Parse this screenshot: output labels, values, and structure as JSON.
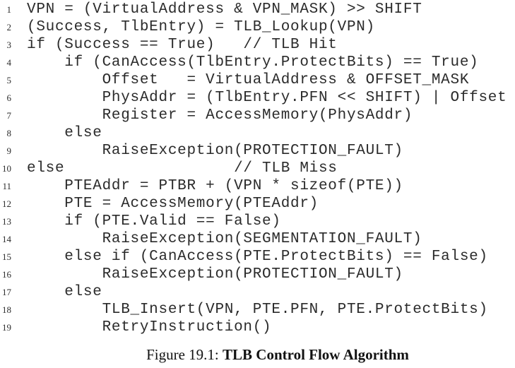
{
  "page": {
    "background": "#ffffff",
    "code_text_color": "#2b2b2b"
  },
  "figure": {
    "caption": {
      "prefix": "Figure 19.1: ",
      "title": "TLB Control Flow Algorithm"
    },
    "code_lines": [
      {
        "num": "1",
        "text": "VPN = (VirtualAddress & VPN_MASK) >> SHIFT"
      },
      {
        "num": "2",
        "text": "(Success, TlbEntry) = TLB_Lookup(VPN)"
      },
      {
        "num": "3",
        "text": "if (Success == True)   // TLB Hit"
      },
      {
        "num": "4",
        "text": "    if (CanAccess(TlbEntry.ProtectBits) == True)"
      },
      {
        "num": "5",
        "text": "        Offset   = VirtualAddress & OFFSET_MASK"
      },
      {
        "num": "6",
        "text": "        PhysAddr = (TlbEntry.PFN << SHIFT) | Offset"
      },
      {
        "num": "7",
        "text": "        Register = AccessMemory(PhysAddr)"
      },
      {
        "num": "8",
        "text": "    else"
      },
      {
        "num": "9",
        "text": "        RaiseException(PROTECTION_FAULT)"
      },
      {
        "num": "10",
        "text": "else                  // TLB Miss"
      },
      {
        "num": "11",
        "text": "    PTEAddr = PTBR + (VPN * sizeof(PTE))"
      },
      {
        "num": "12",
        "text": "    PTE = AccessMemory(PTEAddr)"
      },
      {
        "num": "13",
        "text": "    if (PTE.Valid == False)"
      },
      {
        "num": "14",
        "text": "        RaiseException(SEGMENTATION_FAULT)"
      },
      {
        "num": "15",
        "text": "    else if (CanAccess(PTE.ProtectBits) == False)"
      },
      {
        "num": "16",
        "text": "        RaiseException(PROTECTION_FAULT)"
      },
      {
        "num": "17",
        "text": "    else"
      },
      {
        "num": "18",
        "text": "        TLB_Insert(VPN, PTE.PFN, PTE.ProtectBits)"
      },
      {
        "num": "19",
        "text": "        RetryInstruction()"
      }
    ]
  }
}
